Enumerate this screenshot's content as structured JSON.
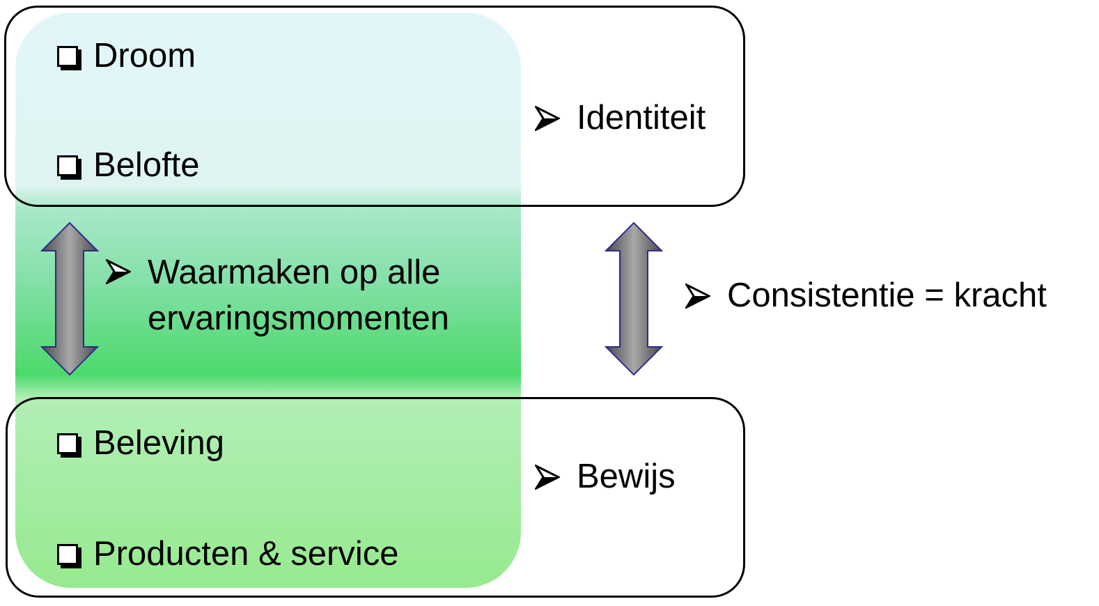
{
  "diagram": {
    "identity_box": {
      "items": [
        "Droom",
        "Belofte"
      ],
      "label": "Identiteit"
    },
    "middle": {
      "line1": "Waarmaken op alle",
      "line2": "ervaringsmomenten"
    },
    "consistency": {
      "label": "Consistentie = kracht"
    },
    "proof_box": {
      "items": [
        "Beleving",
        "Producten & service"
      ],
      "label": "Bewijs"
    }
  },
  "colors": {
    "panel_top": "#e2f6fa",
    "panel_middle": "#4cd96b",
    "panel_bottom": "#97e98f",
    "arrow_fill": "#8c8c8c",
    "arrow_stroke": "#2b2b8f"
  },
  "icons": {
    "item_marker": "checkbox-icon",
    "bullet_marker": "arrowhead-bullet-icon",
    "connector": "double-headed-arrow-icon"
  }
}
